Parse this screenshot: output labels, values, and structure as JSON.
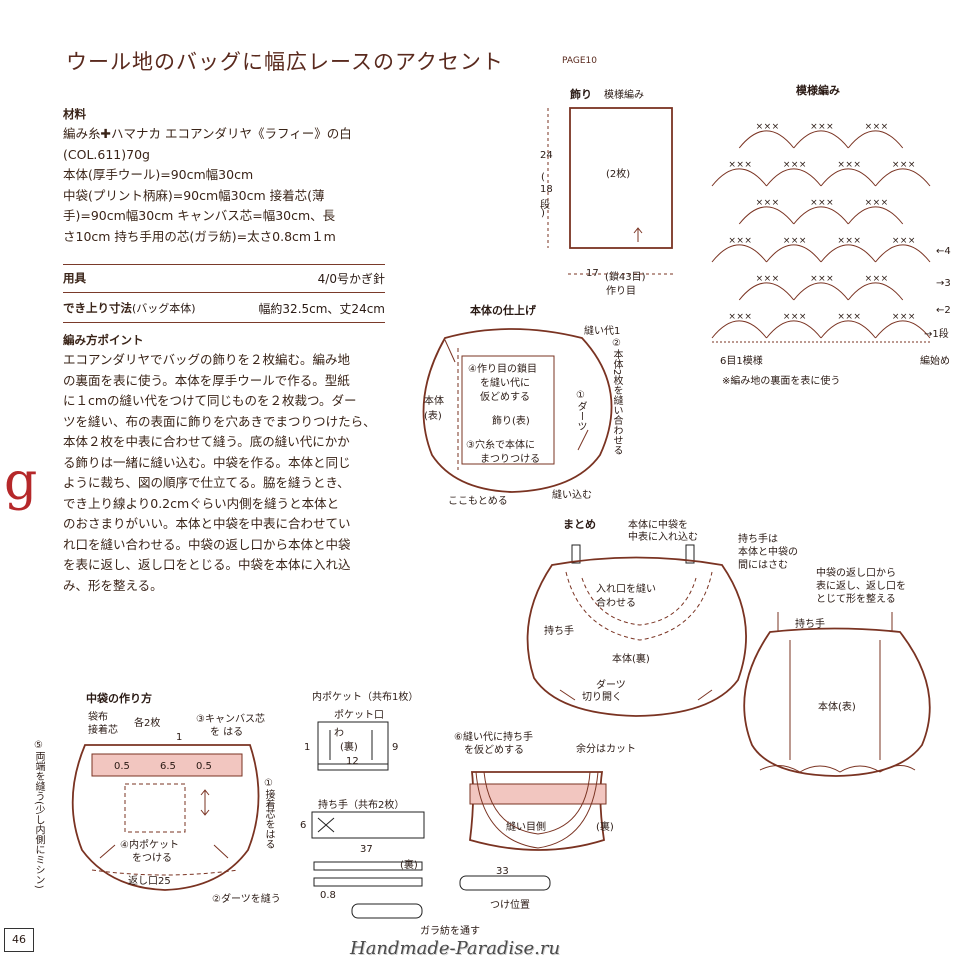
{
  "header": {
    "title": "ウール地のバッグに幅広レースのアクセント",
    "page_ref": "PAGE10"
  },
  "materials": {
    "heading": "材料",
    "lines": [
      "編み糸✚ハマナカ エコアンダリヤ《ラフィー》の白",
      "(COL.611)70g",
      "本体(厚手ウール)=90cm幅30cm",
      "中袋(プリント柄麻)=90cm幅30cm 接着芯(薄",
      "手)=90cm幅30cm キャンバス芯=幅30cm、長",
      "さ10cm 持ち手用の芯(ガラ紡)=太さ0.8cm１m"
    ]
  },
  "tools": {
    "label": "用具",
    "value": "4/0号かぎ針"
  },
  "size": {
    "label": "でき上り寸法",
    "label_sub": "(バッグ本体)",
    "value": "幅約32.5cm、丈24cm"
  },
  "points": {
    "heading": "編み方ポイント",
    "lines": [
      "エコアンダリヤでバッグの飾りを２枚編む。編み地",
      "の裏面を表に使う。本体を厚手ウールで作る。型紙",
      "に１cmの縫い代をつけて同じものを２枚裁つ。ダー",
      "ツを縫い、布の表面に飾りを穴あきでまつりつけたら、",
      "本体２枚を中表に合わせて縫う。底の縫い代にかか",
      "る飾りは一緒に縫い込む。中袋を作る。本体と同じ",
      "ように裁ち、図の順序で仕立てる。脇を縫うとき、",
      "でき上り線より0.2cmぐらい内側を縫うと本体と",
      "のおさまりがいい。本体と中袋を中表に合わせてい",
      "れ口を縫い合わせる。中袋の返し口から本体と中袋",
      "を表に返し、返し口をとじる。中袋を本体に入れ込",
      "み、形を整える。"
    ]
  },
  "section_letter": "g",
  "page_number": "46",
  "watermark": "Handmade-Paradise.ru",
  "decoration": {
    "title": "飾り",
    "subtitle": "模様編み",
    "count": "(2枚)",
    "height": "24",
    "height_rows": [
      "(",
      "18",
      "段",
      ")"
    ],
    "width": "17",
    "width_chain": "(鎖43目)",
    "start": "作り目"
  },
  "pattern": {
    "title": "模様編み",
    "row_labels": [
      "←4",
      "→3",
      "←2",
      "→1段"
    ],
    "repeat": "6目1模様",
    "start": "編始め",
    "note": "※編み地の裏面を表に使う"
  },
  "finishing": {
    "title": "本体の仕上げ",
    "seam": "縫い代1",
    "step1": "①ダーツ",
    "step2": "②本体2枚を縫い合わせる",
    "body": "本体(表)",
    "step4": [
      "④作り目の鎖目",
      "を縫い代に",
      "仮どめする"
    ],
    "deco": "飾り(表)",
    "step3": [
      "③穴糸で本体に",
      "まつりつける"
    ],
    "sew_in": "縫い込む",
    "fasten": "ここもとめる"
  },
  "matome": {
    "title": "まとめ",
    "insert": [
      "本体に中袋を",
      "中表に入れ込む"
    ],
    "handle_note": [
      "持ち手は",
      "本体と中袋の",
      "間にはさむ"
    ],
    "mouth": [
      "入れ口を縫い",
      "合わせる"
    ],
    "handle": "持ち手",
    "lining": "本体(裏)",
    "dart": [
      "ダーツ",
      "切り開く"
    ],
    "turn": [
      "中袋の返し口から",
      "表に返し、返し口を",
      "とじて形を整える"
    ],
    "handle2": "持ち手",
    "body_front": "本体(表)"
  },
  "lining": {
    "title": "中袋の作り方",
    "fabric": [
      "袋布",
      "接着芯"
    ],
    "each": "各2枚",
    "step3": [
      "③キャンバス芯",
      "を はる"
    ],
    "m1": "1",
    "m05a": "0.5",
    "m65": "6.5",
    "m05b": "0.5",
    "step1": "①接着芯をはる",
    "step5": "⑤両端を縫う(少し内側にミシン)",
    "step4": [
      "④内ポケット",
      "をつける"
    ],
    "opening": "返し口25",
    "step2": "②ダーツを縫う"
  },
  "pocket": {
    "title": "内ポケット（共布1枚）",
    "mouth": "ポケット口",
    "back": "(裏)",
    "fold": "わ",
    "d1": "1",
    "d12": "12",
    "d9": "9"
  },
  "handle": {
    "title": "持ち手（共布2枚）",
    "d6": "6",
    "d37": "37",
    "back": "(裏)",
    "d08": "0.8",
    "core": "ガラ紡を通す"
  },
  "attach": {
    "step6": [
      "⑥縫い代に持ち手",
      "を仮どめする"
    ],
    "cut": "余分はカット",
    "seam": "縫い目側",
    "back": "(裏)",
    "d33": "33",
    "position": "つけ位置"
  }
}
